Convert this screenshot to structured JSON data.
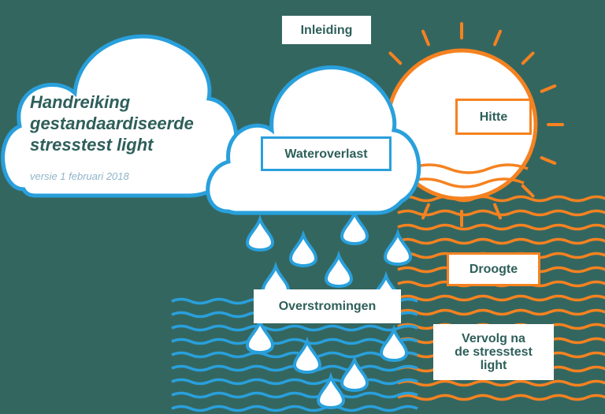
{
  "title": {
    "line1": "Handreiking",
    "line2": "gestandaardiseerde",
    "line3": "stresstest light"
  },
  "version": "versie 1 februari 2018",
  "nav": {
    "inleiding": "Inleiding",
    "wateroverlast": "Wateroverlast",
    "hitte": "Hitte",
    "droogte": "Droogte",
    "overstromingen": "Overstromingen",
    "vervolg_line1": "Vervolg na",
    "vervolg_line2": "de stresstest",
    "vervolg_line3": "light"
  },
  "colors": {
    "background": "#346660",
    "cloud_fill": "#ffffff",
    "cloud_outline": "#29a0dc",
    "sun": "#f58220",
    "text": "#2e5f5a",
    "version_text": "#8fb4c9"
  }
}
